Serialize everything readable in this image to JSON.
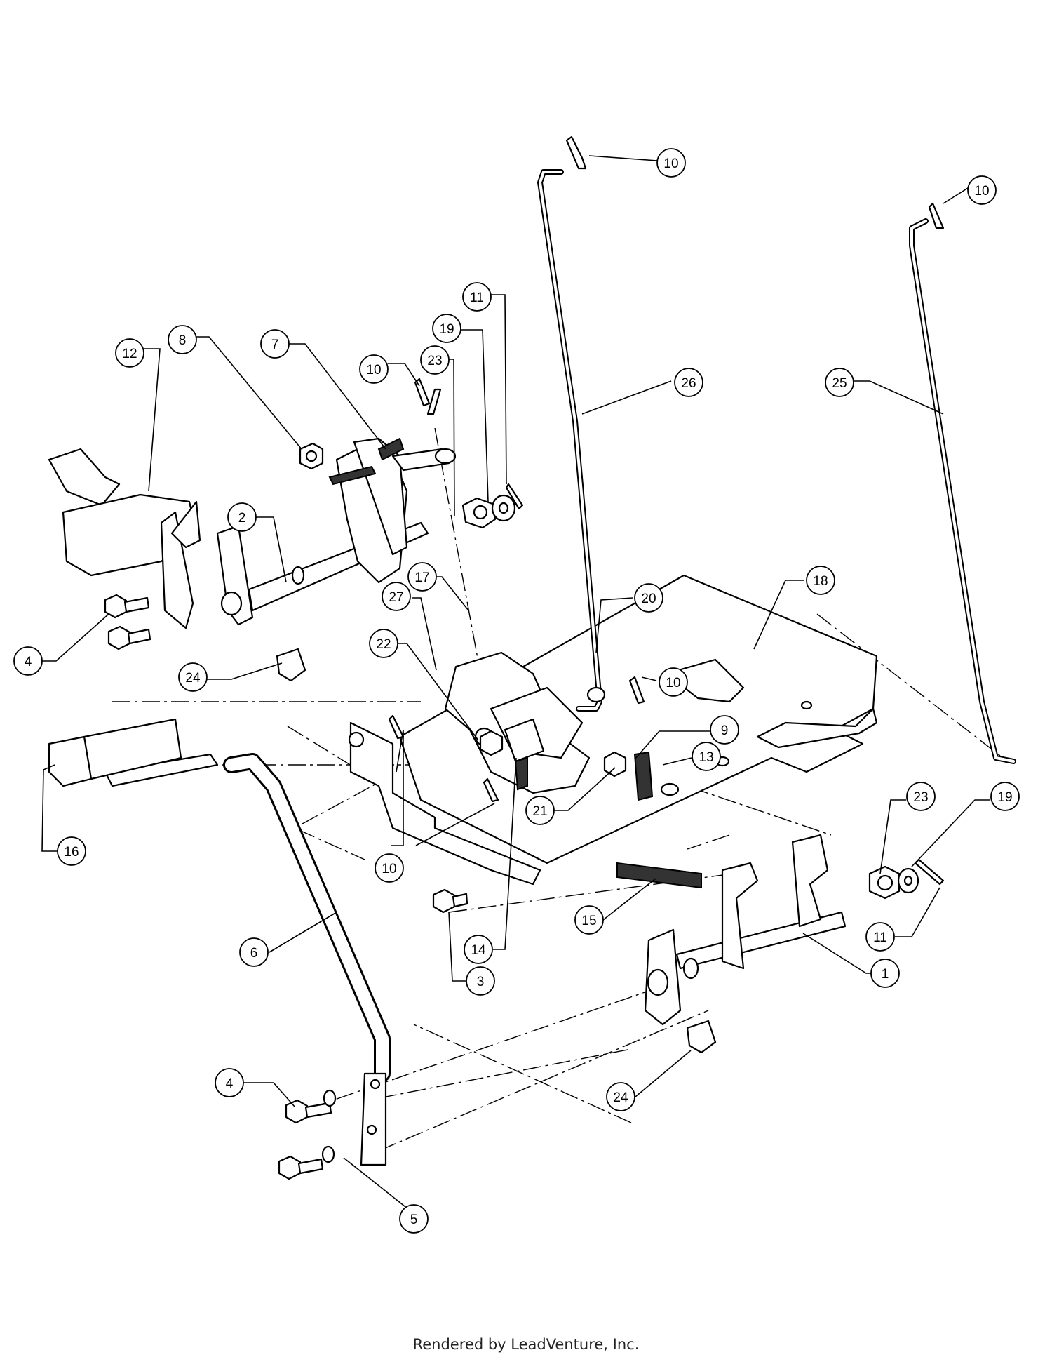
{
  "callouts": [
    {
      "label": "10"
    },
    {
      "label": "10"
    },
    {
      "label": "11"
    },
    {
      "label": "19"
    },
    {
      "label": "23"
    },
    {
      "label": "10"
    },
    {
      "label": "7"
    },
    {
      "label": "8"
    },
    {
      "label": "12"
    },
    {
      "label": "26"
    },
    {
      "label": "25"
    },
    {
      "label": "2"
    },
    {
      "label": "4"
    },
    {
      "label": "17"
    },
    {
      "label": "27"
    },
    {
      "label": "20"
    },
    {
      "label": "18"
    },
    {
      "label": "22"
    },
    {
      "label": "10"
    },
    {
      "label": "24"
    },
    {
      "label": "9"
    },
    {
      "label": "13"
    },
    {
      "label": "16"
    },
    {
      "label": "21"
    },
    {
      "label": "23"
    },
    {
      "label": "19"
    },
    {
      "label": "10"
    },
    {
      "label": "15"
    },
    {
      "label": "11"
    },
    {
      "label": "6"
    },
    {
      "label": "14"
    },
    {
      "label": "1"
    },
    {
      "label": "3"
    },
    {
      "label": "24"
    },
    {
      "label": "4"
    },
    {
      "label": "5"
    }
  ],
  "footer": "Rendered by LeadVenture, Inc."
}
